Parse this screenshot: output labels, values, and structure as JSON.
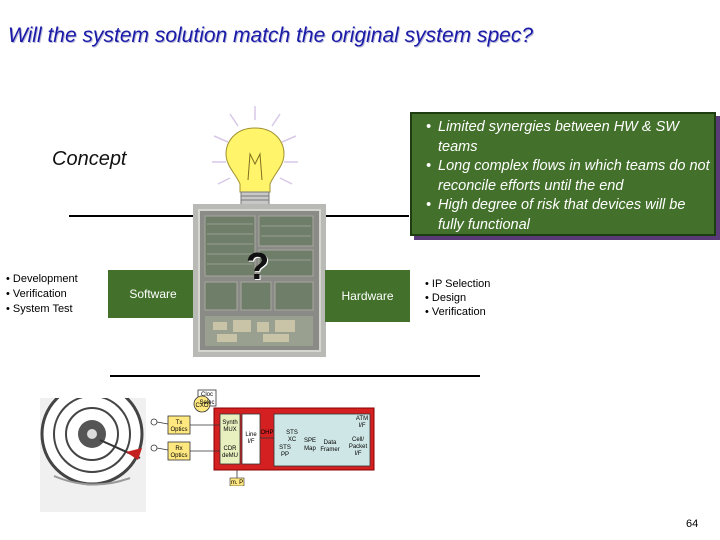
{
  "slide": {
    "title": "Will the system solution match the original system spec?",
    "concept_label": "Concept",
    "callout_items": [
      "Limited synergies between HW & SW teams",
      "Long complex flows in which teams do not reconcile efforts until the end",
      "High degree of risk that devices will be fully functional"
    ],
    "left_items": [
      "• Development",
      "• Verification",
      "• System Test"
    ],
    "software_label": "Software",
    "hardware_label": "Hardware",
    "question_mark": "?",
    "right_items": [
      "• IP Selection",
      "• Design",
      "• Verification"
    ],
    "page_number": "64"
  },
  "diagram": {
    "cxo": "CXO",
    "clock_select": [
      "Cloc",
      "Selec"
    ],
    "tx_optics": [
      "Tx",
      "Optics"
    ],
    "rx_optics": [
      "Rx",
      "Optics"
    ],
    "synth_mux": [
      "Synth",
      "MUX"
    ],
    "cdr_demux": [
      "CDR",
      "deMU"
    ],
    "line_if": [
      "Line",
      "I/F"
    ],
    "ohp": "OHP",
    "sts_xc": [
      "STS",
      "XC"
    ],
    "sts_pp": [
      "STS",
      "PP"
    ],
    "spe": "SPE",
    "map": "Map",
    "data_framer": [
      "Data",
      "Framer"
    ],
    "atm_if": [
      "ATM",
      "I/F"
    ],
    "cell_packet_if": [
      "Cell/",
      "Packet",
      "I/F"
    ],
    "mp": "m. P"
  }
}
